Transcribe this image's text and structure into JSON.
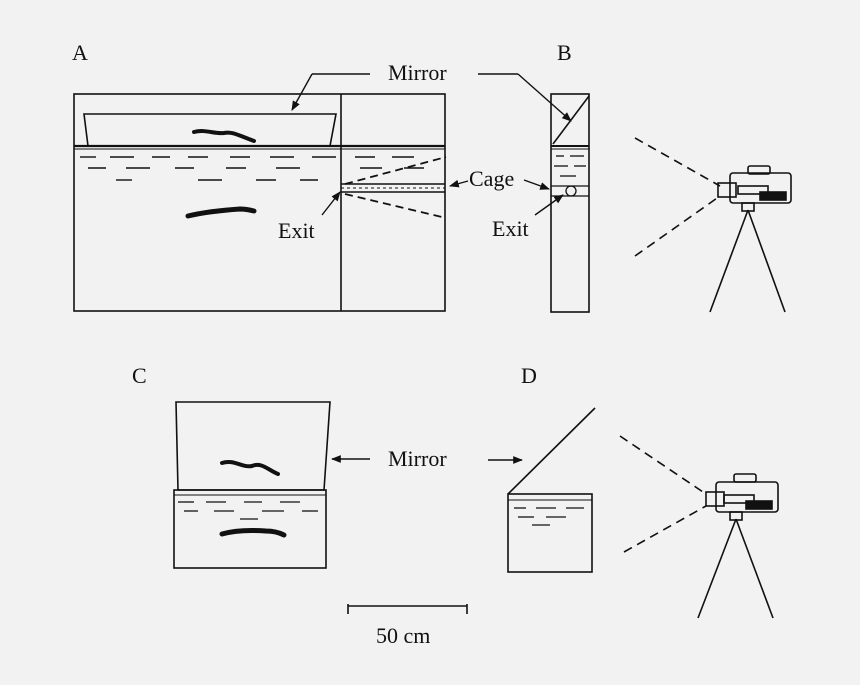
{
  "panels": {
    "a": "A",
    "b": "B",
    "c": "C",
    "d": "D"
  },
  "labels": {
    "mirror_top": "Mirror",
    "mirror_bottom": "Mirror",
    "cage": "Cage",
    "exit_a": "Exit",
    "exit_b": "Exit",
    "scale": "50 cm"
  },
  "colors": {
    "ink": "#111111",
    "background": "#f2f2f2"
  }
}
